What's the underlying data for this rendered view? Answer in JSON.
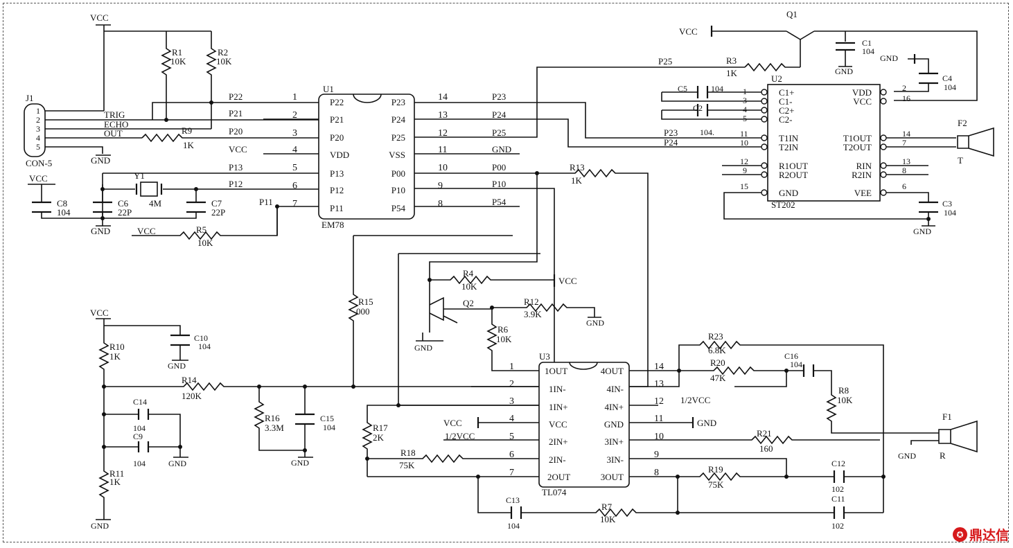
{
  "watermark": "鼎达信",
  "supply": {
    "vcc": "VCC",
    "gnd": "GND",
    "half_vcc": "1/2VCC"
  },
  "j1": {
    "ref": "J1",
    "part": "CON-5",
    "pins": [
      "1",
      "2",
      "3",
      "4",
      "5"
    ],
    "signals": [
      "TRIG",
      "ECHO",
      "OUT"
    ]
  },
  "u1": {
    "ref": "U1",
    "part": "EM78",
    "left_pins": [
      [
        "1",
        "P22"
      ],
      [
        "2",
        "P21"
      ],
      [
        "3",
        "P20"
      ],
      [
        "4",
        "VDD"
      ],
      [
        "5",
        "P13"
      ],
      [
        "6",
        "P12"
      ],
      [
        "7",
        "P11"
      ]
    ],
    "right_pins": [
      [
        "14",
        "P23"
      ],
      [
        "13",
        "P24"
      ],
      [
        "12",
        "P25"
      ],
      [
        "11",
        "VSS"
      ],
      [
        "10",
        "P00"
      ],
      [
        "9",
        "P10"
      ],
      [
        "8",
        "P54"
      ]
    ],
    "left_nets": [
      "P22",
      "P21",
      "P20",
      "VCC",
      "P13",
      "P12",
      "P11"
    ],
    "right_nets": [
      "P23",
      "P24",
      "P25",
      "GND",
      "P00",
      "P10",
      "P54"
    ]
  },
  "u2": {
    "ref": "U2",
    "part": "ST202",
    "left_pins": [
      [
        "1",
        "C1+"
      ],
      [
        "3",
        "C1-"
      ],
      [
        "4",
        "C2+"
      ],
      [
        "5",
        "C2-"
      ],
      [
        "11",
        "T1IN"
      ],
      [
        "10",
        "T2IN"
      ],
      [
        "12",
        "R1OUT"
      ],
      [
        "9",
        "R2OUT"
      ],
      [
        "15",
        "GND"
      ]
    ],
    "right_pins": [
      [
        "2",
        "VDD"
      ],
      [
        "16",
        "VCC"
      ],
      [
        "14",
        "T1OUT"
      ],
      [
        "7",
        "T2OUT"
      ],
      [
        "13",
        "RIN"
      ],
      [
        "8",
        "R2IN"
      ],
      [
        "6",
        "VEE"
      ]
    ],
    "left_nets": [
      "P23",
      "P24"
    ]
  },
  "u3": {
    "ref": "U3",
    "part": "TL074",
    "left_pins": [
      [
        "1",
        "1OUT"
      ],
      [
        "2",
        "1IN-"
      ],
      [
        "3",
        "1IN+"
      ],
      [
        "4",
        "VCC"
      ],
      [
        "5",
        "2IN+"
      ],
      [
        "6",
        "2IN-"
      ],
      [
        "7",
        "2OUT"
      ]
    ],
    "right_pins": [
      [
        "14",
        "4OUT"
      ],
      [
        "13",
        "4IN-"
      ],
      [
        "12",
        "4IN+"
      ],
      [
        "11",
        "GND"
      ],
      [
        "10",
        "3IN+"
      ],
      [
        "9",
        "3IN-"
      ],
      [
        "8",
        "3OUT"
      ]
    ]
  },
  "resistors": [
    {
      "ref": "R1",
      "value": "10K"
    },
    {
      "ref": "R2",
      "value": "10K"
    },
    {
      "ref": "R3",
      "value": "1K"
    },
    {
      "ref": "R4",
      "value": "10K"
    },
    {
      "ref": "R5",
      "value": "10K"
    },
    {
      "ref": "R6",
      "value": "10K"
    },
    {
      "ref": "R7",
      "value": "10K"
    },
    {
      "ref": "R8",
      "value": "10K"
    },
    {
      "ref": "R9",
      "value": "1K"
    },
    {
      "ref": "R10",
      "value": "1K"
    },
    {
      "ref": "R11",
      "value": "1K"
    },
    {
      "ref": "R12",
      "value": "3.9K"
    },
    {
      "ref": "R13",
      "value": "1K"
    },
    {
      "ref": "R14",
      "value": "120K"
    },
    {
      "ref": "R15",
      "value": "000"
    },
    {
      "ref": "R16",
      "value": "3.3M"
    },
    {
      "ref": "R17",
      "value": "2K"
    },
    {
      "ref": "R18",
      "value": "75K"
    },
    {
      "ref": "R19",
      "value": "75K"
    },
    {
      "ref": "R20",
      "value": "47K"
    },
    {
      "ref": "R21",
      "value": "160"
    },
    {
      "ref": "R23",
      "value": "6.8K"
    }
  ],
  "capacitors": [
    {
      "ref": "C1",
      "value": "104"
    },
    {
      "ref": "C2",
      "value": "104."
    },
    {
      "ref": "C3",
      "value": "104"
    },
    {
      "ref": "C4",
      "value": "104"
    },
    {
      "ref": "C5",
      "value": "104"
    },
    {
      "ref": "C6",
      "value": "22P"
    },
    {
      "ref": "C7",
      "value": "22P"
    },
    {
      "ref": "C8",
      "value": "104"
    },
    {
      "ref": "C9",
      "value": "104"
    },
    {
      "ref": "C10",
      "value": "104"
    },
    {
      "ref": "C11",
      "value": "102"
    },
    {
      "ref": "C12",
      "value": "102"
    },
    {
      "ref": "C13",
      "value": "104"
    },
    {
      "ref": "C14",
      "value": "104"
    },
    {
      "ref": "C15",
      "value": "104"
    },
    {
      "ref": "C16",
      "value": "104"
    }
  ],
  "others": {
    "y1_ref": "Y1",
    "y1_value": "4M",
    "q1": "Q1",
    "q2": "Q2",
    "f1": "F1",
    "f1_label": "R",
    "f2": "F2",
    "f2_label": "T"
  }
}
